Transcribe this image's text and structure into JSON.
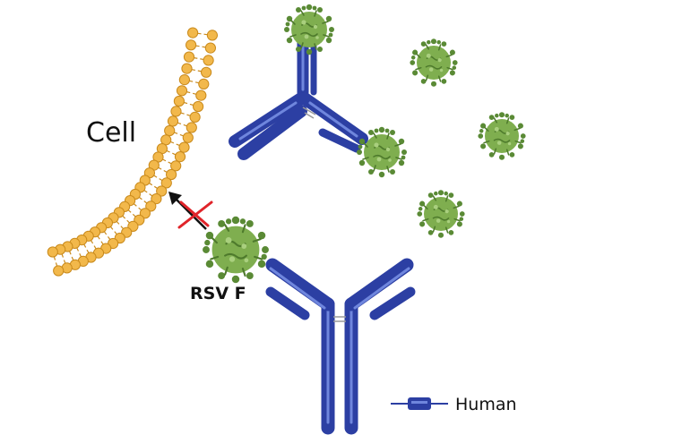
{
  "labels": {
    "cell": "Cell",
    "rsv_f": "RSV F",
    "legend_human": "Human"
  },
  "colors": {
    "antibody_blue": "#2c3fa3",
    "antibody_light": "#5d74d1",
    "membrane_gold": "#f2b84b",
    "membrane_outline": "#c98a1c",
    "virus_green": "#7fae4f",
    "virus_dark": "#5a8a35",
    "block_red": "#e0242a"
  },
  "icons": {
    "blocked_arrow": "arrow-with-red-x-icon",
    "virus": "rsv-virus-particle-icon",
    "antibody": "y-shaped-antibody-icon"
  }
}
